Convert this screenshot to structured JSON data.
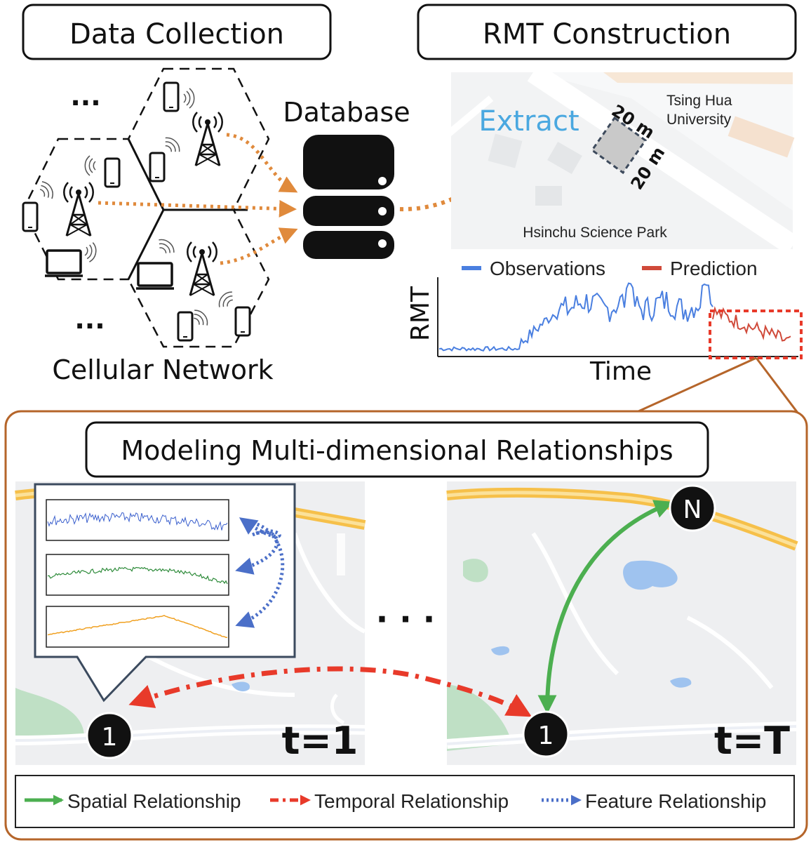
{
  "titles": {
    "data_collection": "Data Collection",
    "rmt_construction": "RMT Construction",
    "modeling": "Modeling Multi-dimensional Relationships"
  },
  "labels": {
    "database": "Database",
    "cellular_network": "Cellular Network",
    "ellipsis": "...",
    "ellipsis_middle": "· · ·",
    "extract": "Extract",
    "size_top": "20 m",
    "size_right": "20 m",
    "place_north": "Tsing Hua",
    "place_north_2": "University",
    "place_south": "Hsinchu Science Park",
    "t1": "t=1",
    "tT": "t=T",
    "node_1": "1",
    "node_N": "N"
  },
  "rmt_chart": {
    "ylabel": "RMT",
    "xlabel": "Time",
    "legend_observations": "Observations",
    "legend_prediction": "Prediction"
  },
  "legend": {
    "spatial": "Spatial Relationship",
    "temporal": "Temporal Relationship",
    "feature": "Feature Relationship"
  },
  "colors": {
    "observations": "#4a7fe0",
    "prediction": "#d04a3a",
    "spatial": "#4caf50",
    "temporal": "#e83a2a",
    "feature": "#4b6fc8",
    "orange_flow": "#e08a3c",
    "frame_brown": "#b5652a",
    "extract_blue": "#4aa8e0"
  },
  "icons": [
    "cell-tower-icon",
    "smartphone-icon",
    "laptop-icon",
    "database-icon"
  ]
}
